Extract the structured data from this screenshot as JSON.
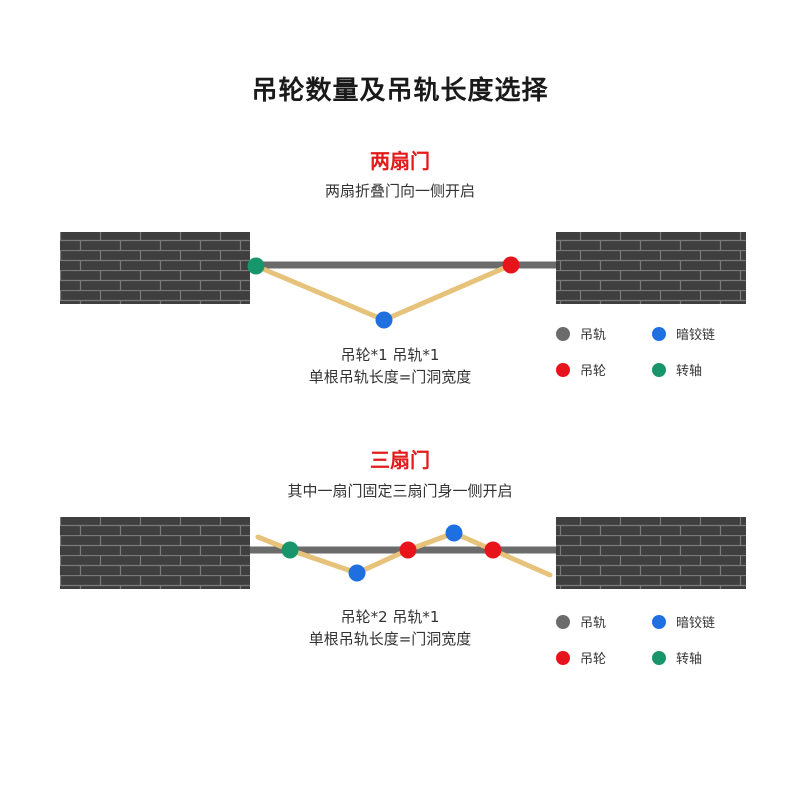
{
  "title": "吊轮数量及吊轨长度选择",
  "colors": {
    "rail": "#6b6b6b",
    "wheel": "#e8141b",
    "hinge": "#1f6fe0",
    "pivot": "#17956b",
    "panel": "#e6c27a",
    "brick_bg": "#3f3f3f",
    "brick_line": "#7a7a7a",
    "accent": "#e31b1b"
  },
  "legend_labels": {
    "rail": "吊轨",
    "hinge": "暗铰链",
    "wheel": "吊轮",
    "pivot": "转轴"
  },
  "sections": [
    {
      "heading": "两扇门",
      "subheading": "两扇折叠门向一侧开启",
      "caption_line1": "吊轮*1 吊轨*1",
      "caption_line2": "单根吊轨长度=门洞宽度"
    },
    {
      "heading": "三扇门",
      "subheading": "其中一扇门固定三扇门身一侧开启",
      "caption_line1": "吊轮*2 吊轨*1",
      "caption_line2": "单根吊轨长度=门洞宽度"
    }
  ]
}
